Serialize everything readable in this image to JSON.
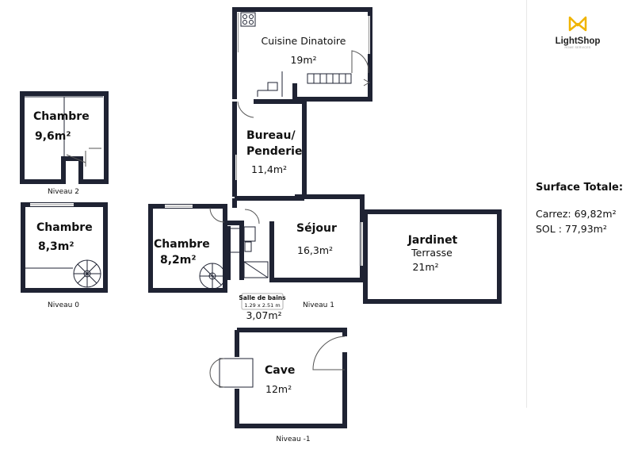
{
  "rooms": {
    "cuisine_name": "Cuisine Dinatoire",
    "cuisine_area": "19m²",
    "bureau_name_1": "Bureau/",
    "bureau_name_2": "Penderie",
    "bureau_area": "11,4m²",
    "chambre_n2_name": "Chambre",
    "chambre_n2_area": "9,6m²",
    "chambre_n0_name": "Chambre",
    "chambre_n0_area": "8,3m²",
    "chambre_n1_name": "Chambre",
    "chambre_n1_area": "8,2m²",
    "sejour_name": "Séjour",
    "sejour_area": "16,3m²",
    "jardinet_name": "Jardinet",
    "terrasse_name": "Terrasse",
    "jardinet_area": "21m²",
    "sdb_name": "Salle de bains",
    "sdb_dims": "1.29 x 2.51 m",
    "sdb_area": "3,07m²",
    "cave_name": "Cave",
    "cave_area": "12m²"
  },
  "levels": {
    "n2": "Niveau 2",
    "n0": "Niveau 0",
    "n1": "Niveau 1",
    "nm1": "Niveau -1"
  },
  "sidebar": {
    "brand": "LightShop",
    "brand_sub": "HOME SERVICES",
    "surface_title": "Surface Totale:",
    "carrez": "Carrez: 69,82m²",
    "sol": "SOL : 77,93m²"
  },
  "colors": {
    "wall": "#1f2333",
    "brand_accent": "#f0b400"
  }
}
